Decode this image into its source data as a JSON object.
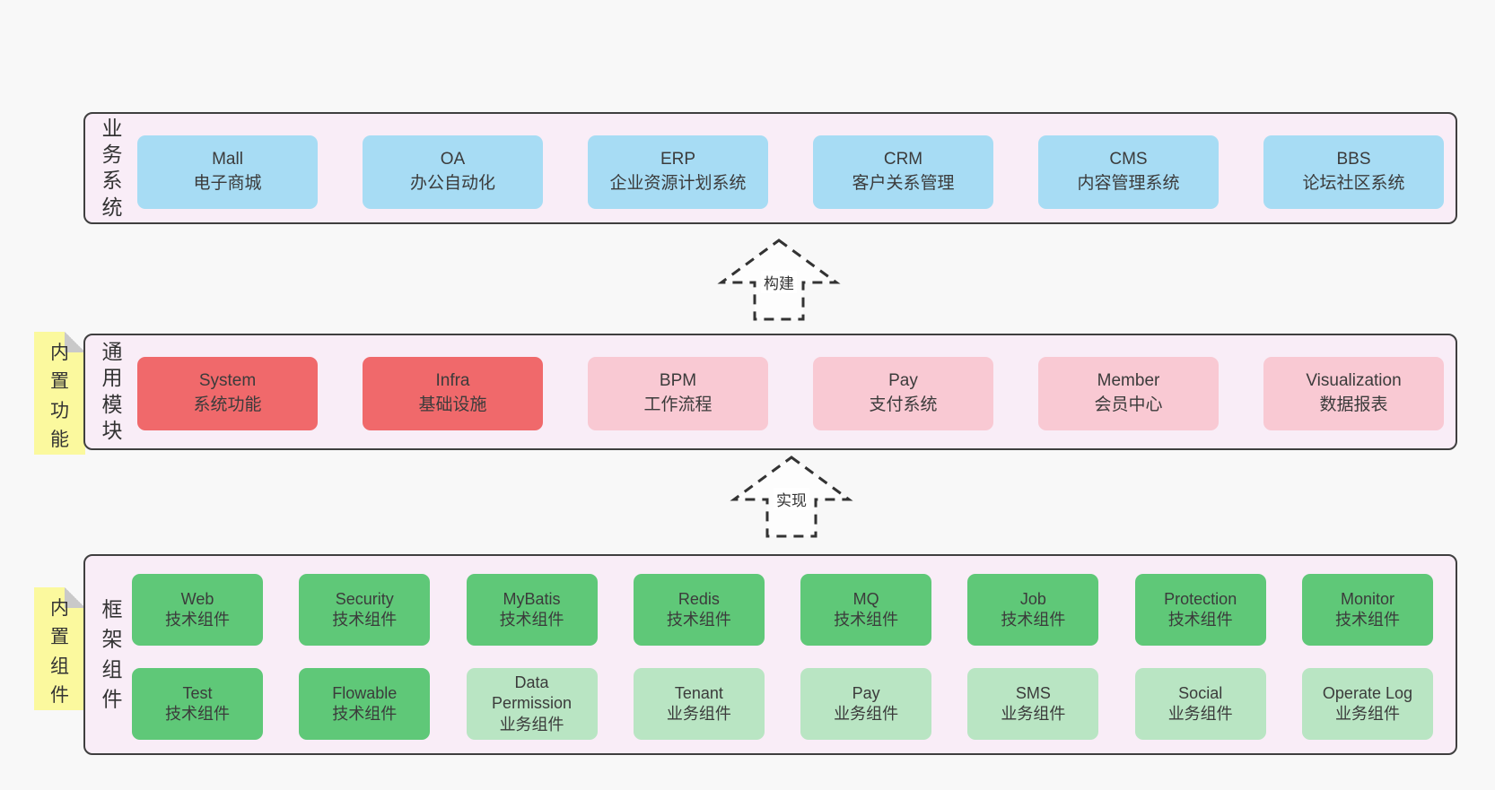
{
  "colors": {
    "page_bg": "#f8f8f8",
    "band_bg": "#f9edf7",
    "band_border": "#3f3f3f",
    "blue_box": "#a7dcf4",
    "red_box": "#f0696b",
    "pink_box": "#f9c9d3",
    "green_box": "#5fc878",
    "light_green_box": "#b9e5c3",
    "note_yellow": "#fbf99e",
    "note_fold_gray": "#c9c9c9",
    "text": "#3b3b3b"
  },
  "arrows": [
    {
      "label": "构建"
    },
    {
      "label": "实现"
    }
  ],
  "sections": {
    "business": {
      "side_label": "业务系统",
      "boxes": [
        {
          "en": "Mall",
          "zh": "电子商城"
        },
        {
          "en": "OA",
          "zh": "办公自动化"
        },
        {
          "en": "ERP",
          "zh": "企业资源计划系统"
        },
        {
          "en": "CRM",
          "zh": "客户关系管理"
        },
        {
          "en": "CMS",
          "zh": "内容管理系统"
        },
        {
          "en": "BBS",
          "zh": "论坛社区系统"
        }
      ]
    },
    "modules": {
      "side_label": "通用模块",
      "note": "内置功能",
      "boxes": [
        {
          "en": "System",
          "zh": "系统功能"
        },
        {
          "en": "Infra",
          "zh": "基础设施"
        },
        {
          "en": "BPM",
          "zh": "工作流程"
        },
        {
          "en": "Pay",
          "zh": "支付系统"
        },
        {
          "en": "Member",
          "zh": "会员中心"
        },
        {
          "en": "Visualization",
          "zh": "数据报表"
        }
      ]
    },
    "components": {
      "side_label": "框架组件",
      "note": "内置组件",
      "row1": [
        {
          "en": "Web",
          "zh": "技术组件"
        },
        {
          "en": "Security",
          "zh": "技术组件"
        },
        {
          "en": "MyBatis",
          "zh": "技术组件"
        },
        {
          "en": "Redis",
          "zh": "技术组件"
        },
        {
          "en": "MQ",
          "zh": "技术组件"
        },
        {
          "en": "Job",
          "zh": "技术组件"
        },
        {
          "en": "Protection",
          "zh": "技术组件"
        },
        {
          "en": "Monitor",
          "zh": "技术组件"
        }
      ],
      "row2": [
        {
          "en": "Test",
          "zh": "技术组件"
        },
        {
          "en": "Flowable",
          "zh": "技术组件"
        },
        {
          "en": "Data Permission",
          "zh": "业务组件"
        },
        {
          "en": "Tenant",
          "zh": "业务组件"
        },
        {
          "en": "Pay",
          "zh": "业务组件"
        },
        {
          "en": "SMS",
          "zh": "业务组件"
        },
        {
          "en": "Social",
          "zh": "业务组件"
        },
        {
          "en": "Operate Log",
          "zh": "业务组件"
        }
      ]
    }
  }
}
